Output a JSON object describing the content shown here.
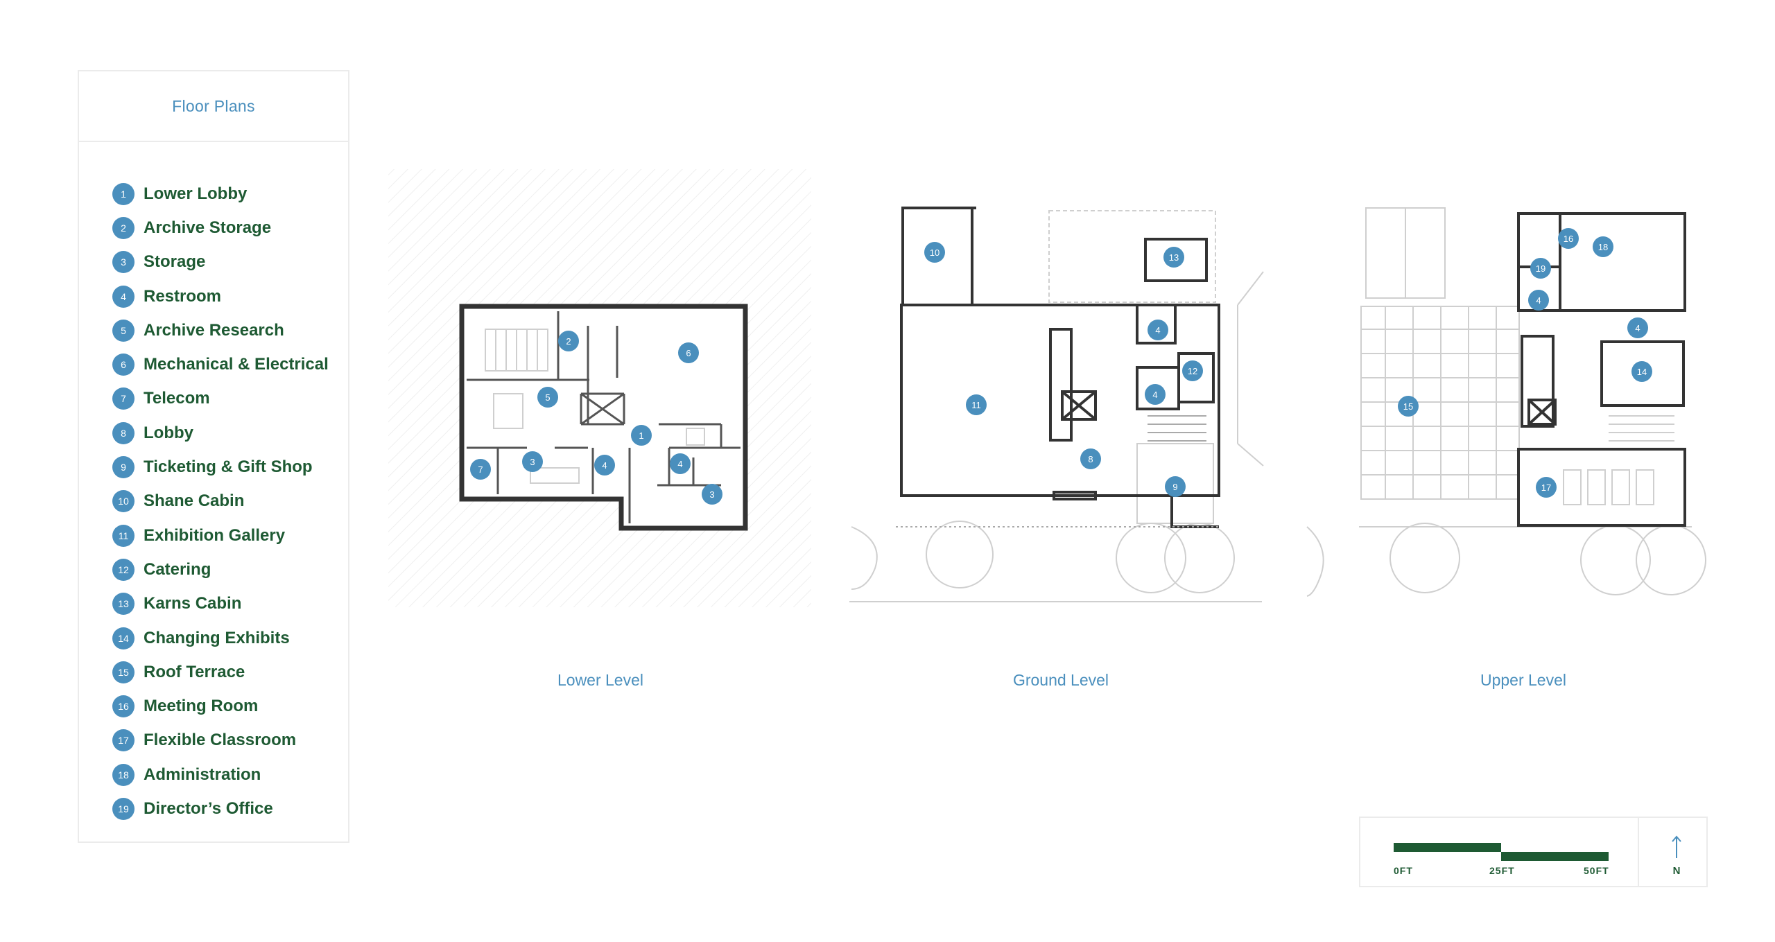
{
  "legend": {
    "title": "Floor Plans",
    "items": [
      {
        "num": "1",
        "label": "Lower Lobby"
      },
      {
        "num": "2",
        "label": "Archive Storage"
      },
      {
        "num": "3",
        "label": "Storage"
      },
      {
        "num": "4",
        "label": "Restroom"
      },
      {
        "num": "5",
        "label": "Archive Research"
      },
      {
        "num": "6",
        "label": "Mechanical & Electrical"
      },
      {
        "num": "7",
        "label": "Telecom"
      },
      {
        "num": "8",
        "label": "Lobby"
      },
      {
        "num": "9",
        "label": "Ticketing & Gift Shop"
      },
      {
        "num": "10",
        "label": "Shane Cabin"
      },
      {
        "num": "11",
        "label": "Exhibition Gallery"
      },
      {
        "num": "12",
        "label": "Catering"
      },
      {
        "num": "13",
        "label": "Karns Cabin"
      },
      {
        "num": "14",
        "label": "Changing Exhibits"
      },
      {
        "num": "15",
        "label": "Roof Terrace"
      },
      {
        "num": "16",
        "label": "Meeting Room"
      },
      {
        "num": "17",
        "label": "Flexible Classroom"
      },
      {
        "num": "18",
        "label": "Administration"
      },
      {
        "num": "19",
        "label": "Director’s Office"
      }
    ]
  },
  "levels": {
    "lower": {
      "label": "Lower Level",
      "markers": [
        "2",
        "6",
        "5",
        "1",
        "7",
        "3",
        "4",
        "4",
        "3"
      ]
    },
    "ground": {
      "label": "Ground Level",
      "markers": [
        "10",
        "13",
        "4",
        "12",
        "4",
        "11",
        "8",
        "9"
      ]
    },
    "upper": {
      "label": "Upper Level",
      "markers": [
        "16",
        "18",
        "19",
        "4",
        "4",
        "14",
        "15",
        "17"
      ]
    }
  },
  "scale": {
    "ticks": [
      "0FT",
      "25FT",
      "50FT"
    ],
    "north": "N",
    "north_icon": "north-arrow-icon"
  },
  "colors": {
    "marker": "#4a8fbd",
    "legend_text": "#1e5a33",
    "title_text": "#4a8fbd",
    "plan_line": "#444444",
    "scale": "#1e5a33"
  }
}
